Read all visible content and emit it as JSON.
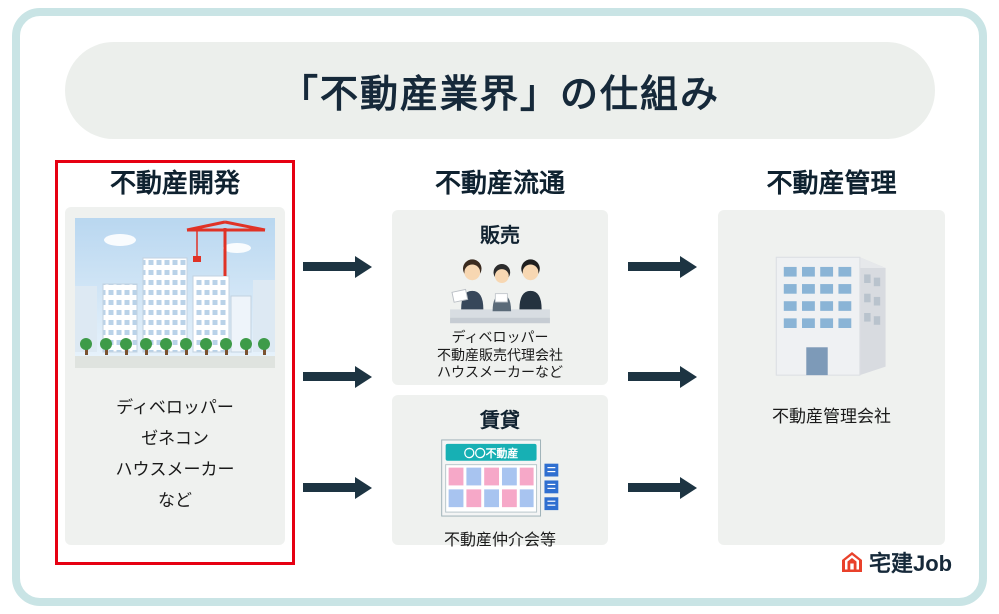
{
  "title": "「不動産業界」の仕組み",
  "columns": {
    "development": {
      "header": "不動産開発",
      "lines": [
        "ディベロッパー",
        "ゼネコン",
        "ハウスメーカー",
        "など"
      ]
    },
    "distribution": {
      "header": "不動産流通",
      "sales": {
        "label": "販売",
        "lines": [
          "ディベロッパー",
          "不動産販売代理会社",
          "ハウスメーカーなど"
        ]
      },
      "rental": {
        "label": "賃貸",
        "sign": "〇〇不動産",
        "caption": "不動産仲介会等"
      }
    },
    "management": {
      "header": "不動産管理",
      "caption": "不動産管理会社"
    }
  },
  "logo": {
    "text": "宅建Job"
  },
  "colors": {
    "accent-navy": "#16293a",
    "arrow": "#1d3442",
    "highlight-red": "#e60012",
    "panel-bg": "#eff1ef",
    "pill-bg": "#ecefec",
    "frame-border": "#c9e4e5",
    "brand-red": "#e9412b",
    "sign-teal": "#17b0b4"
  }
}
